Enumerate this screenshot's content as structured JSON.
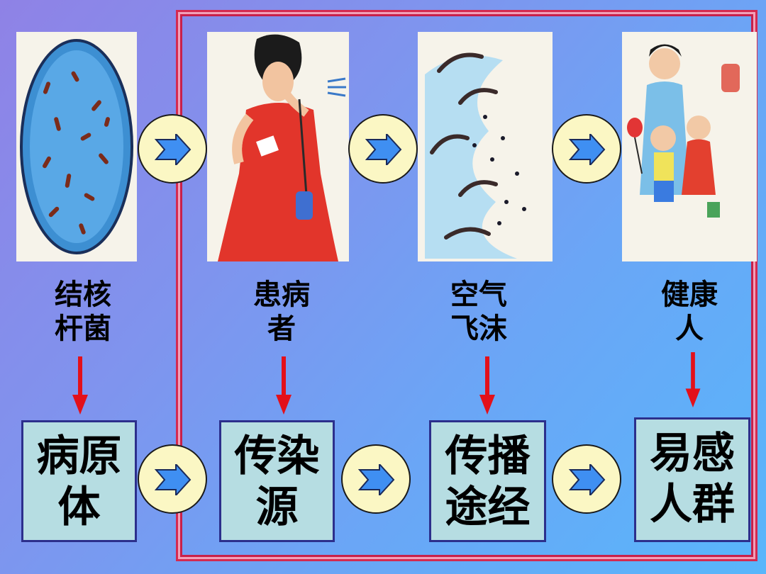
{
  "top_row": [
    {
      "line1": "结核",
      "line2": "杆菌"
    },
    {
      "line1": "患病",
      "line2": "者"
    },
    {
      "line1": "空气",
      "line2": "飞沫"
    },
    {
      "line1": "健康",
      "line2": "人"
    }
  ],
  "bottom_row": [
    {
      "line1": "病原",
      "line2": "体"
    },
    {
      "line1": "传染",
      "line2": "源"
    },
    {
      "line1": "传播",
      "line2": "途经"
    },
    {
      "line1": "易感",
      "line2": "人群"
    }
  ],
  "colors": {
    "highlight_frame": "#d42a50",
    "down_arrow": "#e3101a",
    "box_fill": "#b6dde2",
    "box_border": "#2c2f8c",
    "circle_fill": "#fbf7c4",
    "arrow_fill": "#3f8ff2"
  },
  "icons": {
    "images": [
      "bacteria-illustration",
      "sick-woman-coughing-illustration",
      "airborne-droplets-illustration",
      "healthy-family-illustration"
    ],
    "connectors": "right-arrow-icon",
    "links": "down-arrow-icon"
  }
}
